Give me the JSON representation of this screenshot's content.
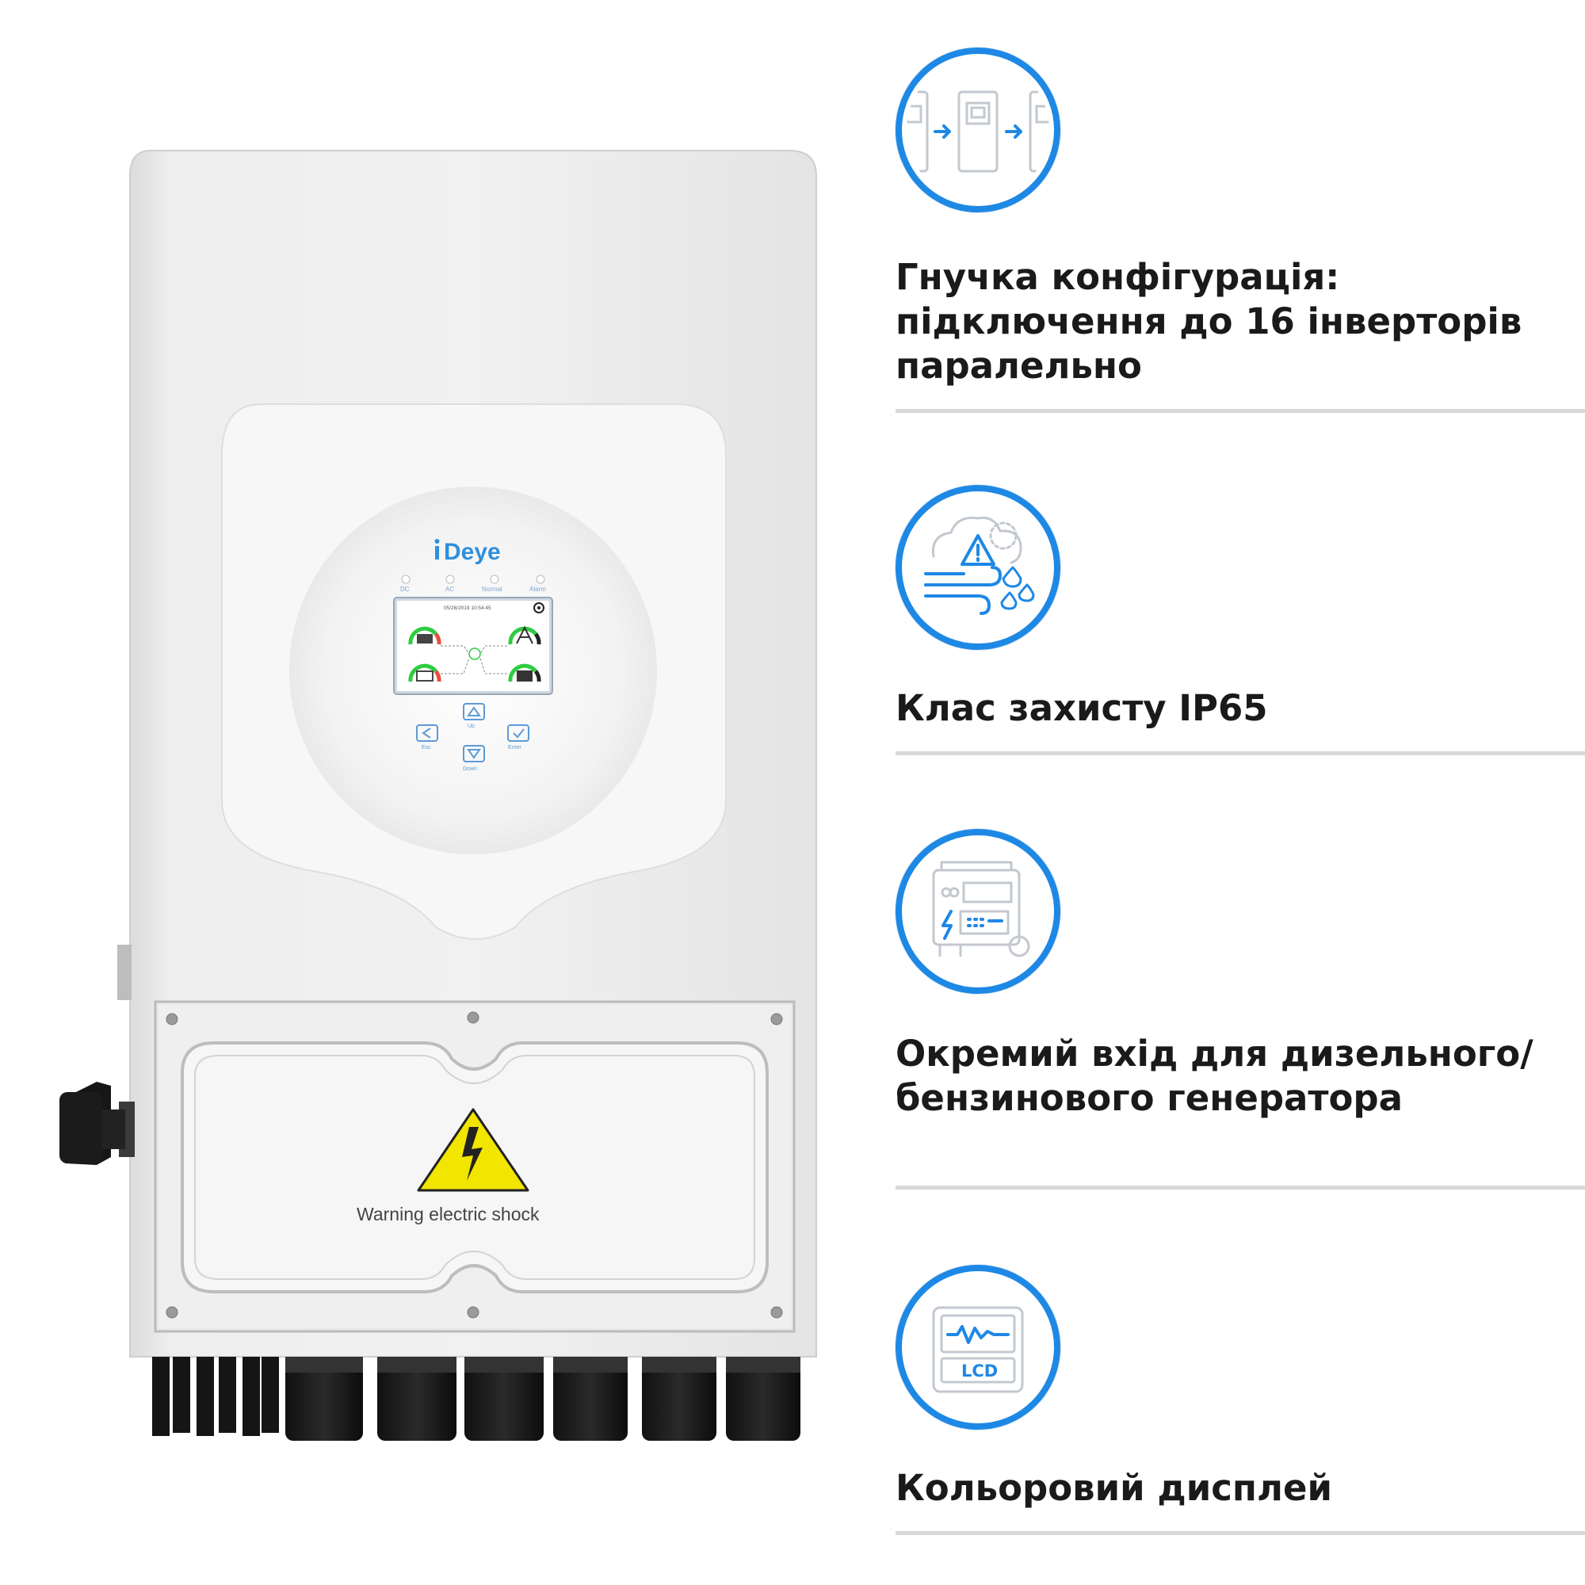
{
  "product": {
    "brand": "Deye",
    "indicators": [
      "DC",
      "AC",
      "Normal",
      "Alarm"
    ],
    "screen_datetime": "05/26/2019  10:54:45",
    "buttons": {
      "up": "Up",
      "down": "Down",
      "esc": "Esc",
      "enter": "Enter"
    },
    "warning_label": "Warning electric shock"
  },
  "features": [
    {
      "icon": "parallel-inverters-icon",
      "text": "Гнучка конфігурація: підключення до 16 інверторів паралельно"
    },
    {
      "icon": "weather-protection-icon",
      "text": "Клас захисту IP65"
    },
    {
      "icon": "generator-icon",
      "text": "Окремий вхід для дизельного/бензинового генератора"
    },
    {
      "icon": "lcd-display-icon",
      "icon_label": "LCD",
      "text": "Кольоровий дисплей"
    }
  ],
  "colors": {
    "accent_blue": "#1e88e5",
    "icon_grey": "#b9c1c9",
    "warning_yellow": "#f2e600",
    "text": "#1a1a1a"
  }
}
